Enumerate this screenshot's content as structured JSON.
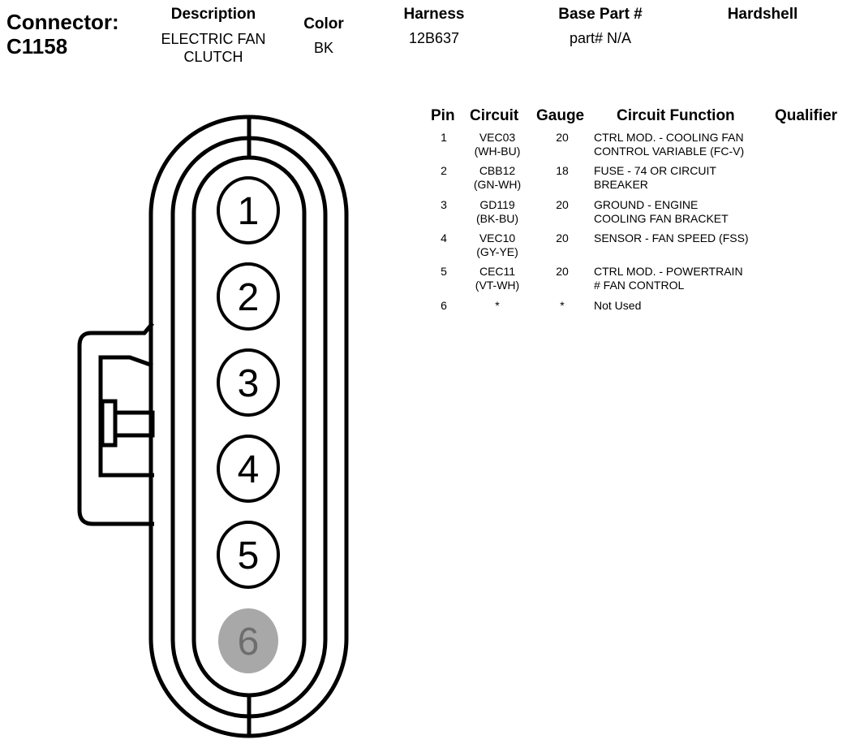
{
  "connector": {
    "title": "Connector:",
    "id": "C1158"
  },
  "description": {
    "label": "Description",
    "line1": "ELECTRIC FAN",
    "line2": "CLUTCH"
  },
  "color": {
    "label": "Color",
    "value": "BK"
  },
  "harness": {
    "label": "Harness",
    "value": "12B637"
  },
  "base_part": {
    "label": "Base Part #",
    "value": "part# N/A"
  },
  "hardshell": {
    "label": "Hardshell"
  },
  "table": {
    "headers": {
      "pin": "Pin",
      "circuit": "Circuit",
      "gauge": "Gauge",
      "function": "Circuit Function",
      "qualifier": "Qualifier"
    },
    "rows": [
      {
        "pin": "1",
        "circuit": "VEC03",
        "circuit2": "(WH-BU)",
        "gauge": "20",
        "func1": "CTRL MOD. - COOLING FAN",
        "func2": "CONTROL VARIABLE (FC-V)"
      },
      {
        "pin": "2",
        "circuit": "CBB12",
        "circuit2": "(GN-WH)",
        "gauge": "18",
        "func1": "FUSE - 74 OR CIRCUIT",
        "func2": "BREAKER"
      },
      {
        "pin": "3",
        "circuit": "GD119",
        "circuit2": "(BK-BU)",
        "gauge": "20",
        "func1": "GROUND - ENGINE",
        "func2": "COOLING FAN BRACKET"
      },
      {
        "pin": "4",
        "circuit": "VEC10",
        "circuit2": "(GY-YE)",
        "gauge": "20",
        "func1": "SENSOR - FAN SPEED (FSS)",
        "func2": ""
      },
      {
        "pin": "5",
        "circuit": "CEC11",
        "circuit2": "(VT-WH)",
        "gauge": "20",
        "func1": "CTRL MOD. - POWERTRAIN",
        "func2": "# FAN CONTROL"
      },
      {
        "pin": "6",
        "circuit": "*",
        "circuit2": "",
        "gauge": "*",
        "func1": "Not Used",
        "func2": ""
      }
    ]
  },
  "pins": [
    {
      "label": "1",
      "used": true
    },
    {
      "label": "2",
      "used": true
    },
    {
      "label": "3",
      "used": true
    },
    {
      "label": "4",
      "used": true
    },
    {
      "label": "5",
      "used": true
    },
    {
      "label": "6",
      "used": false
    }
  ],
  "colors": {
    "unused_pin_fill": "#a8a8a8",
    "unused_pin_text": "#6e6e6e",
    "line": "#000000"
  }
}
